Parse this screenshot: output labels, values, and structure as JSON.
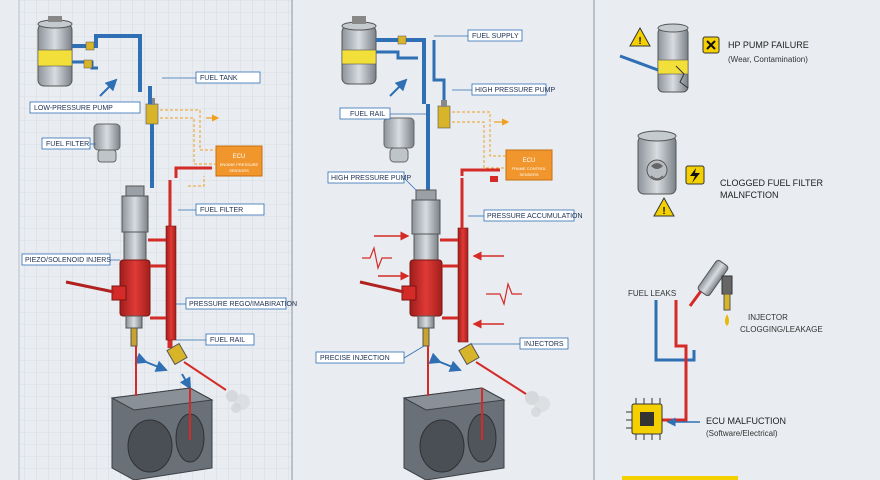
{
  "panel1": {
    "fuel_tank": "FUEL TANK",
    "low_pressure_pump": "LOW-PRESSURE PUMP",
    "fuel_filter_left": "FUEL FILTER",
    "ecu": "ECU",
    "ecu_sub1": "ENGINE PRESSURE",
    "ecu_sub2": "SENSORS",
    "fuel_filter_mid": "FUEL FILTER",
    "piezo": "PIEZO/SOLENOID INJERS",
    "pressure_regulation": "PRESSURE REGO/IMABIRATION",
    "fuel_rail": "FUEL RAIL"
  },
  "panel2": {
    "fuel_supply": "FUEL SUPPLY",
    "high_pressure_pump_top": "HIGH PRESSURE PUMP",
    "fuel_rail": "FUEL RAIL",
    "ecu": "ECU",
    "ecu_sub1": "FRAME CONTROL",
    "ecu_sub2": "SENSERS",
    "high_pressure_pump_left": "HIGH PRESSURE PUMP",
    "pressure_accumulation": "PRESSURE ACCUMULATION",
    "precise_injection": "PRECISE INJECTION",
    "injectors": "INJECTORS"
  },
  "panel3": {
    "hp_pump_failure": "HP PUMP FAILURE",
    "hp_pump_failure_sub": "(Wear, Contamination)",
    "clogged_filter": "CLOGGED FUEL FILTER",
    "clogged_filter_sub": "MALNFCTION",
    "fuel_leaks": "FUEL LEAKS",
    "injector_1": "INJECTOR",
    "injector_2": "CLOGGING/LEAKAGE",
    "ecu_malfunction": "ECU MALFUCTION",
    "ecu_malfunction_sub": "(Software/Electrical)"
  },
  "colors": {
    "high_pressure": "#d42b28",
    "low_pressure": "#2f6fb3",
    "ecu": "#f0962d",
    "signal": "#f0a020",
    "warning": "#f5d000",
    "engine": "#666b72"
  }
}
